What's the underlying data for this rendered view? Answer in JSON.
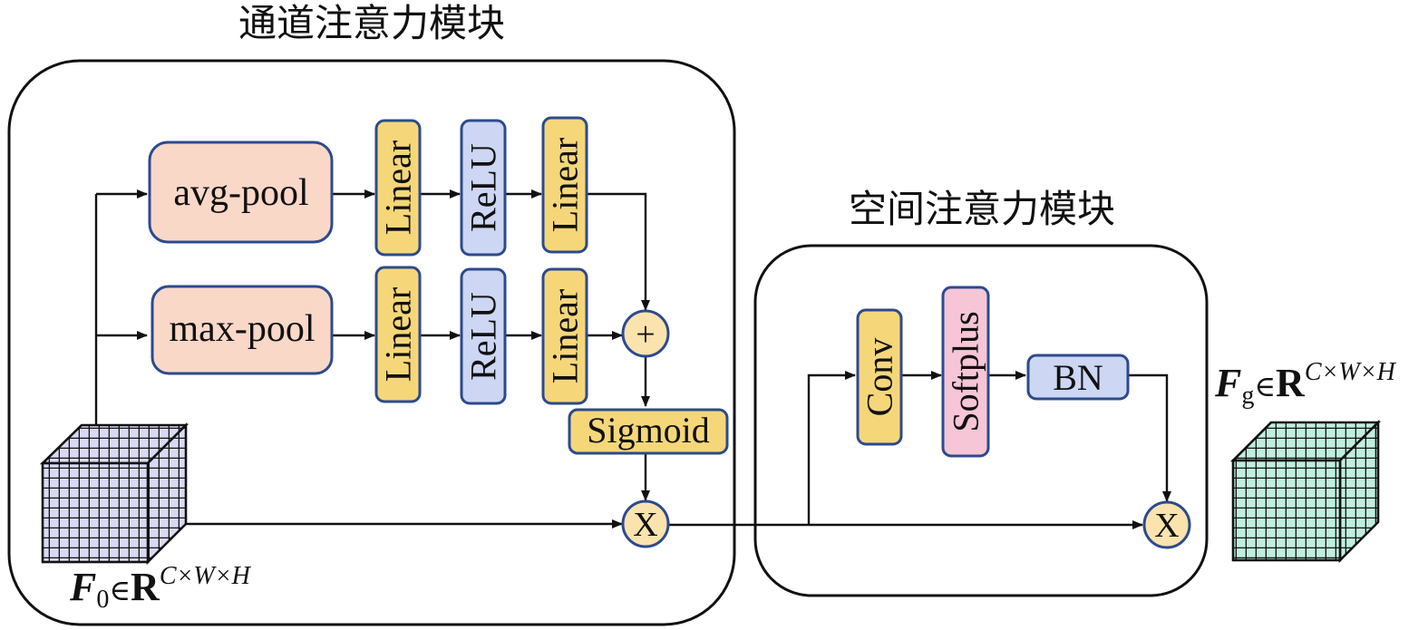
{
  "channel_module": {
    "title": "通道注意力模块",
    "avg_pool": "avg-pool",
    "max_pool": "max-pool",
    "linear": "Linear",
    "relu": "ReLU",
    "sigmoid": "Sigmoid",
    "add_symbol": "+",
    "mult_symbol": "X"
  },
  "spatial_module": {
    "title": "空间注意力模块",
    "conv": "Conv",
    "softplus": "Softplus",
    "bn": "BN",
    "mult_symbol": "X"
  },
  "input": {
    "symbol": "F",
    "subscript": "0",
    "element_of": "∈",
    "set": "R",
    "dims": "C×W×H"
  },
  "output": {
    "symbol": "F",
    "subscript": "g",
    "element_of": "∈",
    "set": "R",
    "dims": "C×W×H"
  },
  "colors": {
    "pool_fill": "#f9d8c8",
    "linear_fill": "#f5d77a",
    "relu_fill": "#cdd6f2",
    "sigmoid_fill": "#f5d77a",
    "op_fill": "#fbe3ae",
    "conv_fill": "#f5d77a",
    "softplus_fill": "#f6c5d6",
    "bn_fill": "#cdd6f2",
    "border": "#2c4a8e",
    "input_cube": "#d8daf5",
    "output_cube": "#bfeede"
  }
}
